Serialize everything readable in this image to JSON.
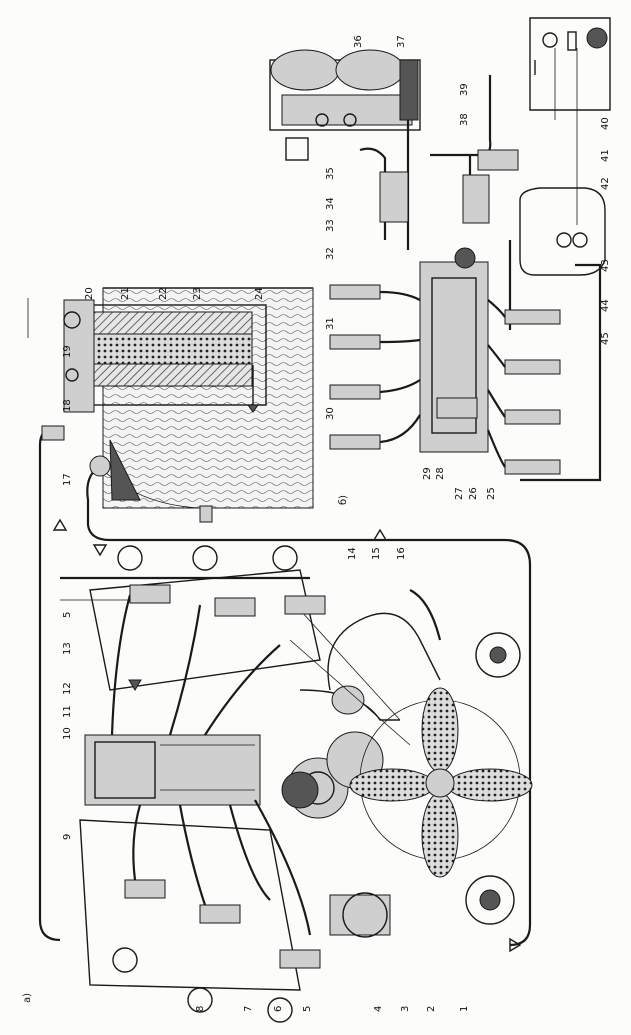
{
  "figure": {
    "panel_a_label": "а)",
    "panel_b_label": "б)",
    "callouts": [
      "1",
      "2",
      "3",
      "4",
      "5",
      "5",
      "6",
      "7",
      "8",
      "9",
      "10",
      "11",
      "12",
      "13",
      "14",
      "15",
      "16",
      "17",
      "18",
      "19",
      "20",
      "21",
      "22",
      "23",
      "24",
      "25",
      "26",
      "27",
      "28",
      "29",
      "30",
      "31",
      "32",
      "33",
      "34",
      "35",
      "36",
      "37",
      "38",
      "39",
      "40",
      "41",
      "42",
      "43",
      "44",
      "45"
    ]
  }
}
